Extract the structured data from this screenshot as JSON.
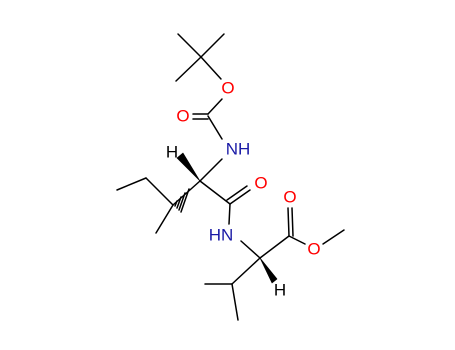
{
  "molecule": {
    "atoms": {
      "ether_oxygen": "O",
      "carbamate_carbonyl_oxygen": "O",
      "carbamate_nitrogen": "NH",
      "stereocenter_1_hydrogen": "H",
      "amide_carbonyl_oxygen": "O",
      "amide_nitrogen": "HN",
      "ester_carbonyl_oxygen": "O",
      "ester_oxygen": "O",
      "stereocenter_3_hydrogen": "H"
    },
    "colors": {
      "oxygen": "#ff0000",
      "nitrogen": "#1a1aa6",
      "hydrogen": "#000000",
      "bond": "#000000"
    }
  }
}
